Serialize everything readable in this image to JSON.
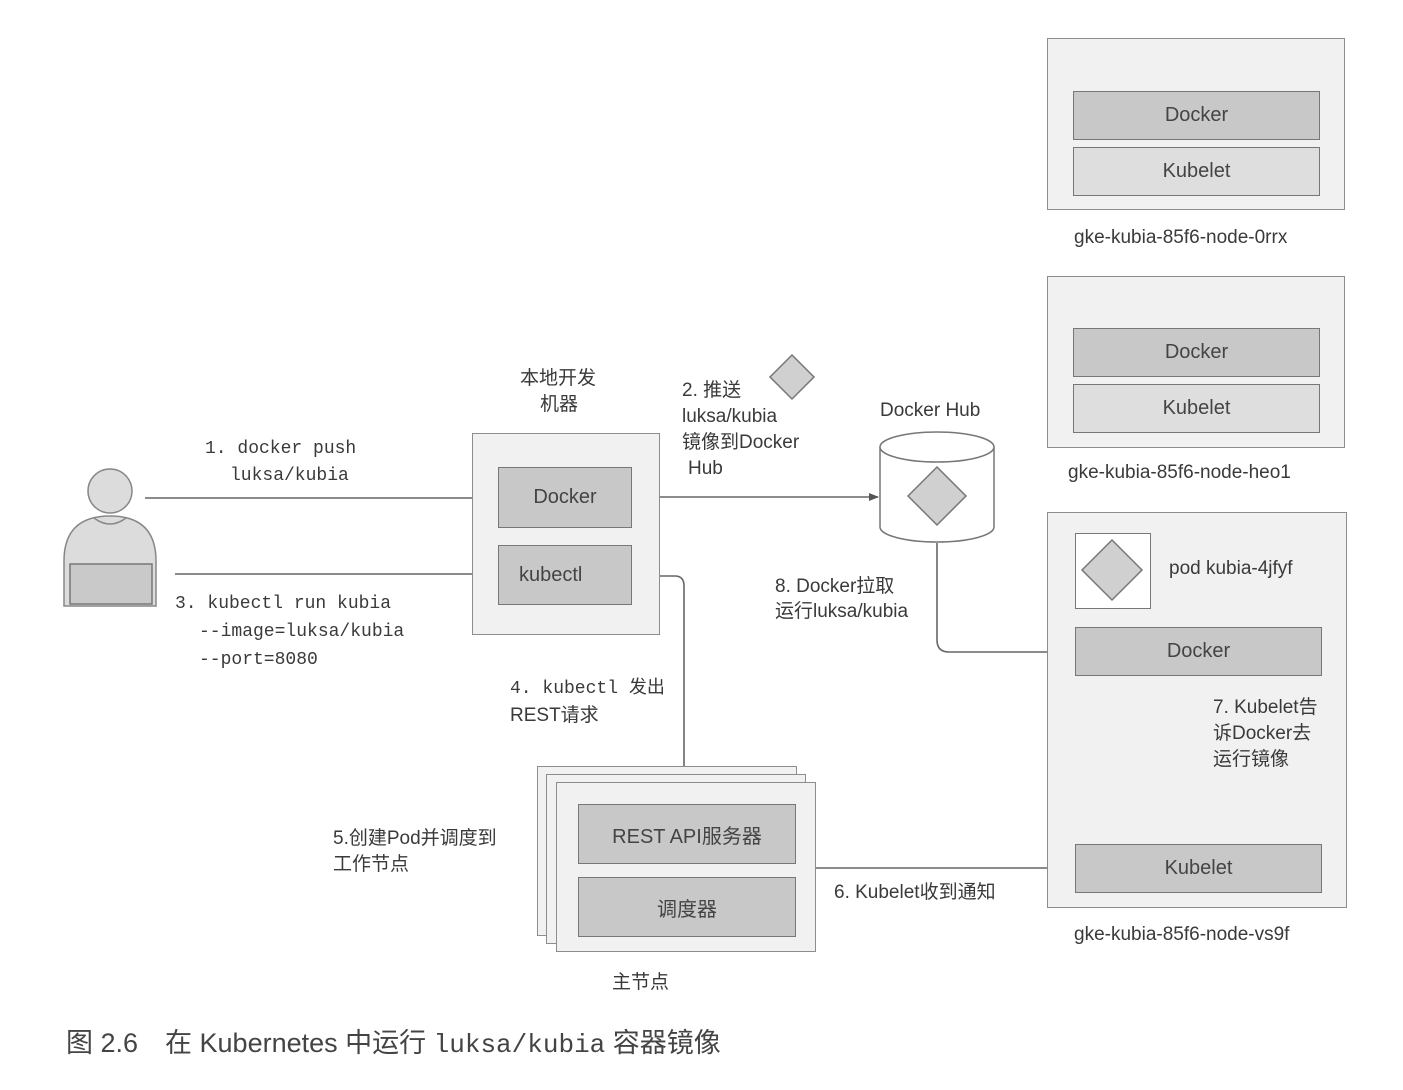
{
  "nodes": [
    {
      "name": "gke-kubia-85f6-node-0rrx",
      "docker": "Docker",
      "kubelet": "Kubelet"
    },
    {
      "name": "gke-kubia-85f6-node-heo1",
      "docker": "Docker",
      "kubelet": "Kubelet"
    },
    {
      "name": "gke-kubia-85f6-node-vs9f",
      "docker": "Docker",
      "kubelet": "Kubelet",
      "pod": "pod kubia-4jfyf"
    }
  ],
  "local_machine": {
    "title_line1": "本地开发",
    "title_line2": "机器",
    "docker": "Docker",
    "kubectl": "kubectl"
  },
  "docker_hub": {
    "title": "Docker Hub"
  },
  "master": {
    "title": "主节点",
    "api_server": "REST API服务器",
    "scheduler": "调度器"
  },
  "steps": {
    "s1_line1": "1. docker push",
    "s1_line2": "luksa/kubia",
    "s2_line1": "2. 推送",
    "s2_line2": "luksa/kubia",
    "s2_line3": "镜像到Docker",
    "s2_line4": "Hub",
    "s3_line1": "3. kubectl run kubia",
    "s3_line2": "--image=luksa/kubia",
    "s3_line3": "--port=8080",
    "s4_line1": "4. kubectl 发出",
    "s4_line2": "REST请求",
    "s5_line1": "5.创建Pod并调度到",
    "s5_line2": "工作节点",
    "s6": "6.  Kubelet收到通知",
    "s7_line1": "7. Kubelet告",
    "s7_line2": "诉Docker去",
    "s7_line3": "运行镜像",
    "s8_line1": "8. Docker拉取",
    "s8_line2": "运行luksa/kubia"
  },
  "caption": {
    "prefix": "图 2.6　在 Kubernetes 中运行 ",
    "code": "luksa/kubia",
    "suffix": " 容器镜像"
  }
}
